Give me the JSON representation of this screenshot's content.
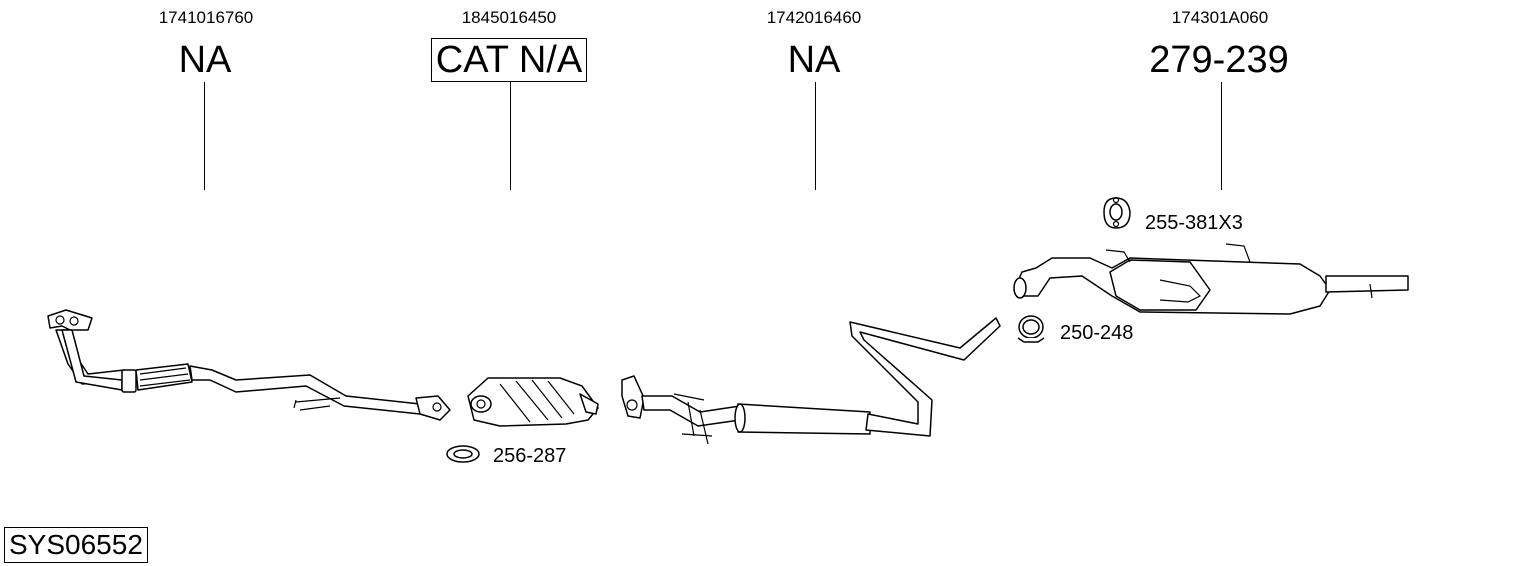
{
  "columns": [
    {
      "oem": "1741016760",
      "ref": "NA",
      "boxed": false
    },
    {
      "oem": "1845016450",
      "ref": "CAT N/A",
      "boxed": true
    },
    {
      "oem": "1742016460",
      "ref": "NA",
      "boxed": false
    },
    {
      "oem": "174301A060",
      "ref": "279-239",
      "boxed": false
    }
  ],
  "accessories": {
    "hanger": "255-381X3",
    "clamp": "250-248",
    "gasket": "256-287"
  },
  "system_code": "SYS06552"
}
